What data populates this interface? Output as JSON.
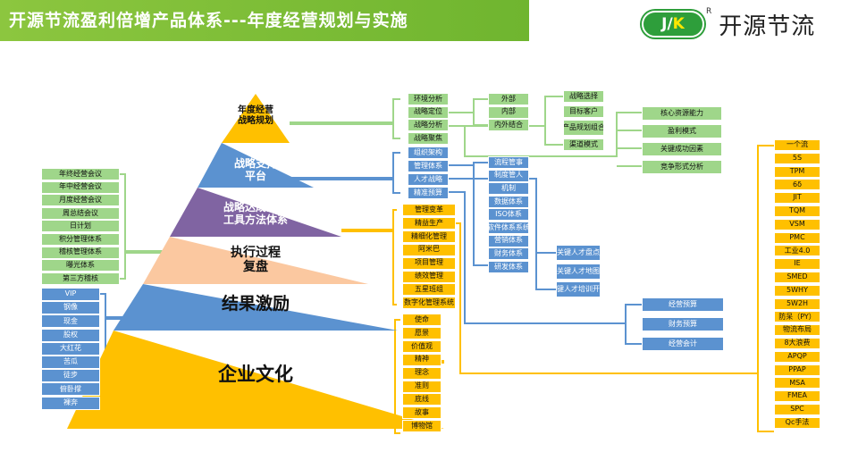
{
  "banner": {
    "title": "开源节流盈利倍增产品体系---年度经营规划与实施"
  },
  "logo": {
    "badge_left": "J/",
    "badge_right": "K",
    "reg": "R",
    "text": "开源节流"
  },
  "pyramid": {
    "level1": "年度经营\n战略规划",
    "level2": "战略支持\n平台",
    "level3": "战略达成策略\n工具方法体系",
    "level4": "执行过程\n复盘",
    "level5": "结果激励",
    "level6": "企业文化"
  },
  "left_meetings": [
    "年终经营会议",
    "年中经营会议",
    "月度经营会议",
    "周总结会议",
    "日计划",
    "积分管理体系",
    "稽核管理体系",
    "曝光体系",
    "第三方稽核"
  ],
  "left_incentives": [
    "VIP",
    "钢像",
    "现金",
    "股权",
    "大红花",
    "苦瓜",
    "徒步",
    "俯卧撑",
    "裸奔"
  ],
  "strategy": {
    "items": [
      "环境分析",
      "战略定位",
      "战略分析",
      "战略聚焦"
    ],
    "env": [
      "外部",
      "内部",
      "内外结合"
    ],
    "choice": [
      "战略选择",
      "目标客户",
      "产品规划组合",
      "渠道模式"
    ],
    "core": [
      "核心资源能力",
      "盈利模式",
      "关键成功因素",
      "竞争形式分析"
    ]
  },
  "platform": {
    "items": [
      "组织架构",
      "管理体系",
      "人才战略",
      "精准预算"
    ],
    "mgmt": [
      "流程管事",
      "制度管人",
      "机制",
      "数据体系",
      "ISO体系",
      "软件体系系统",
      "营销体系",
      "财务体系",
      "研发体系"
    ],
    "talent": [
      "关键人才盘点",
      "关键人才地图",
      "关键人才培训开发"
    ],
    "budget": [
      "经营预算",
      "财务预算",
      "经营会计"
    ]
  },
  "tools": [
    "管理变革",
    "精益生产",
    "精细化管理",
    "阿米巴",
    "项目管理",
    "绩效管理",
    "五星班组",
    "数字化管理系统"
  ],
  "culture": [
    "使命",
    "愿景",
    "价值观",
    "精神",
    "理念",
    "准则",
    "底线",
    "故事",
    "博物馆"
  ],
  "lean": [
    "一个流",
    "5S",
    "TPM",
    "6δ",
    "JIT",
    "TQM",
    "VSM",
    "PMC",
    "工业4.0",
    "IE",
    "SMED",
    "5WHY",
    "5W2H",
    "防呆（PY）",
    "物流布局",
    "8大浪费",
    "APQP",
    "PPAP",
    "MSA",
    "FMEA",
    "SPC",
    "Qc手法"
  ],
  "colors": {
    "green": "#9fd68a",
    "blue": "#5b92d0",
    "yellow": "#ffc000",
    "purple": "#8064a2",
    "peach": "#fbc8a0",
    "banner": "#7dbd37"
  }
}
